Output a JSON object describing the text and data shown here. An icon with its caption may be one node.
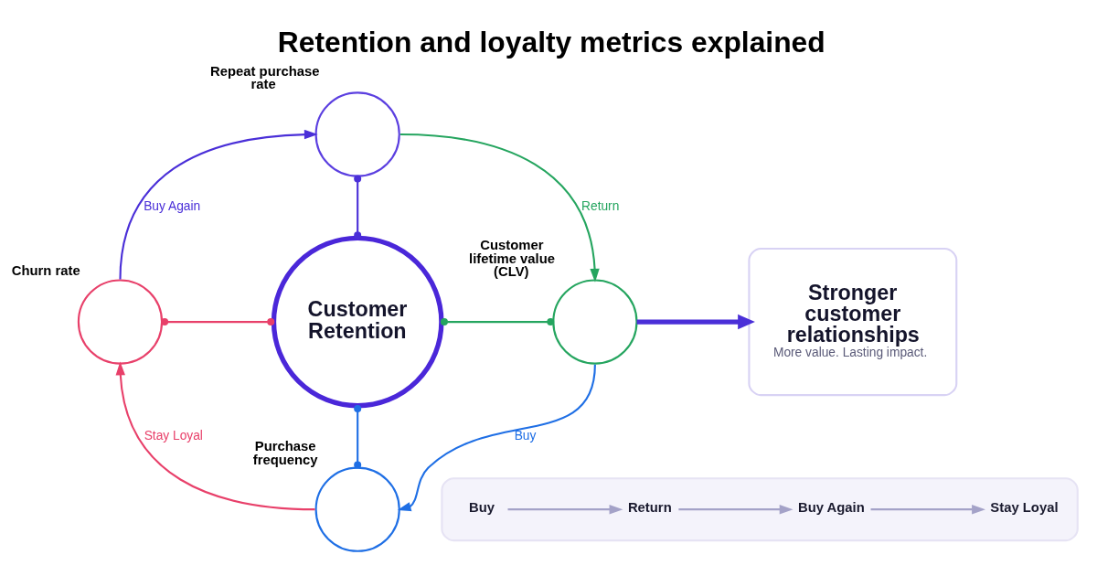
{
  "diagram": {
    "title": "Retention and loyalty metrics explained",
    "nodes": [
      {
        "text": [],
        "shape": "circle",
        "beside": [
          "Repeat purchase rate"
        ]
      },
      {
        "text": [],
        "shape": "circle",
        "beside": [
          "Churn rate"
        ]
      },
      {
        "text": [
          "Customer Retention"
        ]
      },
      {
        "text": [],
        "shape": "circle",
        "beside": [
          "Customer lifetime value (CLV)"
        ]
      },
      {
        "text": [
          "Stronger customer relationships",
          "More value. Lasting impact."
        ]
      },
      {
        "text": [],
        "shape": "circle",
        "beside": [
          "Purchase frequency"
        ]
      },
      {
        "text": [],
        "shape": "bar"
      },
      {
        "text": [
          "Buy"
        ],
        "in": 6
      },
      {
        "text": [
          "Return"
        ],
        "in": 6
      },
      {
        "text": [
          "Buy Again"
        ],
        "in": 6
      },
      {
        "text": [
          "Stay Loyal"
        ],
        "in": 6
      }
    ],
    "edges": [
      {
        "from": 1,
        "to": 0,
        "arrow": "to",
        "label": "Buy Again"
      },
      {
        "from": 0,
        "to": 3,
        "arrow": "to",
        "label": "Return",
        "color": "#25a55f"
      },
      {
        "from": 3,
        "to": 5,
        "arrow": "to",
        "label": "Buy",
        "color": "#1f6fe5"
      },
      {
        "from": 5,
        "to": 1,
        "arrow": "to",
        "label": "Stay Loyal",
        "color": "#e8406a"
      },
      {
        "from": 2,
        "to": 0,
        "arrow": "other"
      },
      {
        "from": 2,
        "to": 1,
        "arrow": "other",
        "color": "#e8406a"
      },
      {
        "from": 2,
        "to": 3,
        "arrow": "other",
        "color": "#25a55f"
      },
      {
        "from": 2,
        "to": 5,
        "arrow": "other",
        "color": "#1f6fe5"
      },
      {
        "from": 3,
        "to": 4,
        "arrow": "to",
        "style": "thick"
      },
      {
        "from": 7,
        "to": 8,
        "arrow": "to",
        "color": "#a4a2c8"
      },
      {
        "from": 8,
        "to": 9,
        "arrow": "to",
        "color": "#a4a2c8"
      },
      {
        "from": 9,
        "to": 10,
        "arrow": "to",
        "color": "#a4a2c8"
      }
    ]
  }
}
